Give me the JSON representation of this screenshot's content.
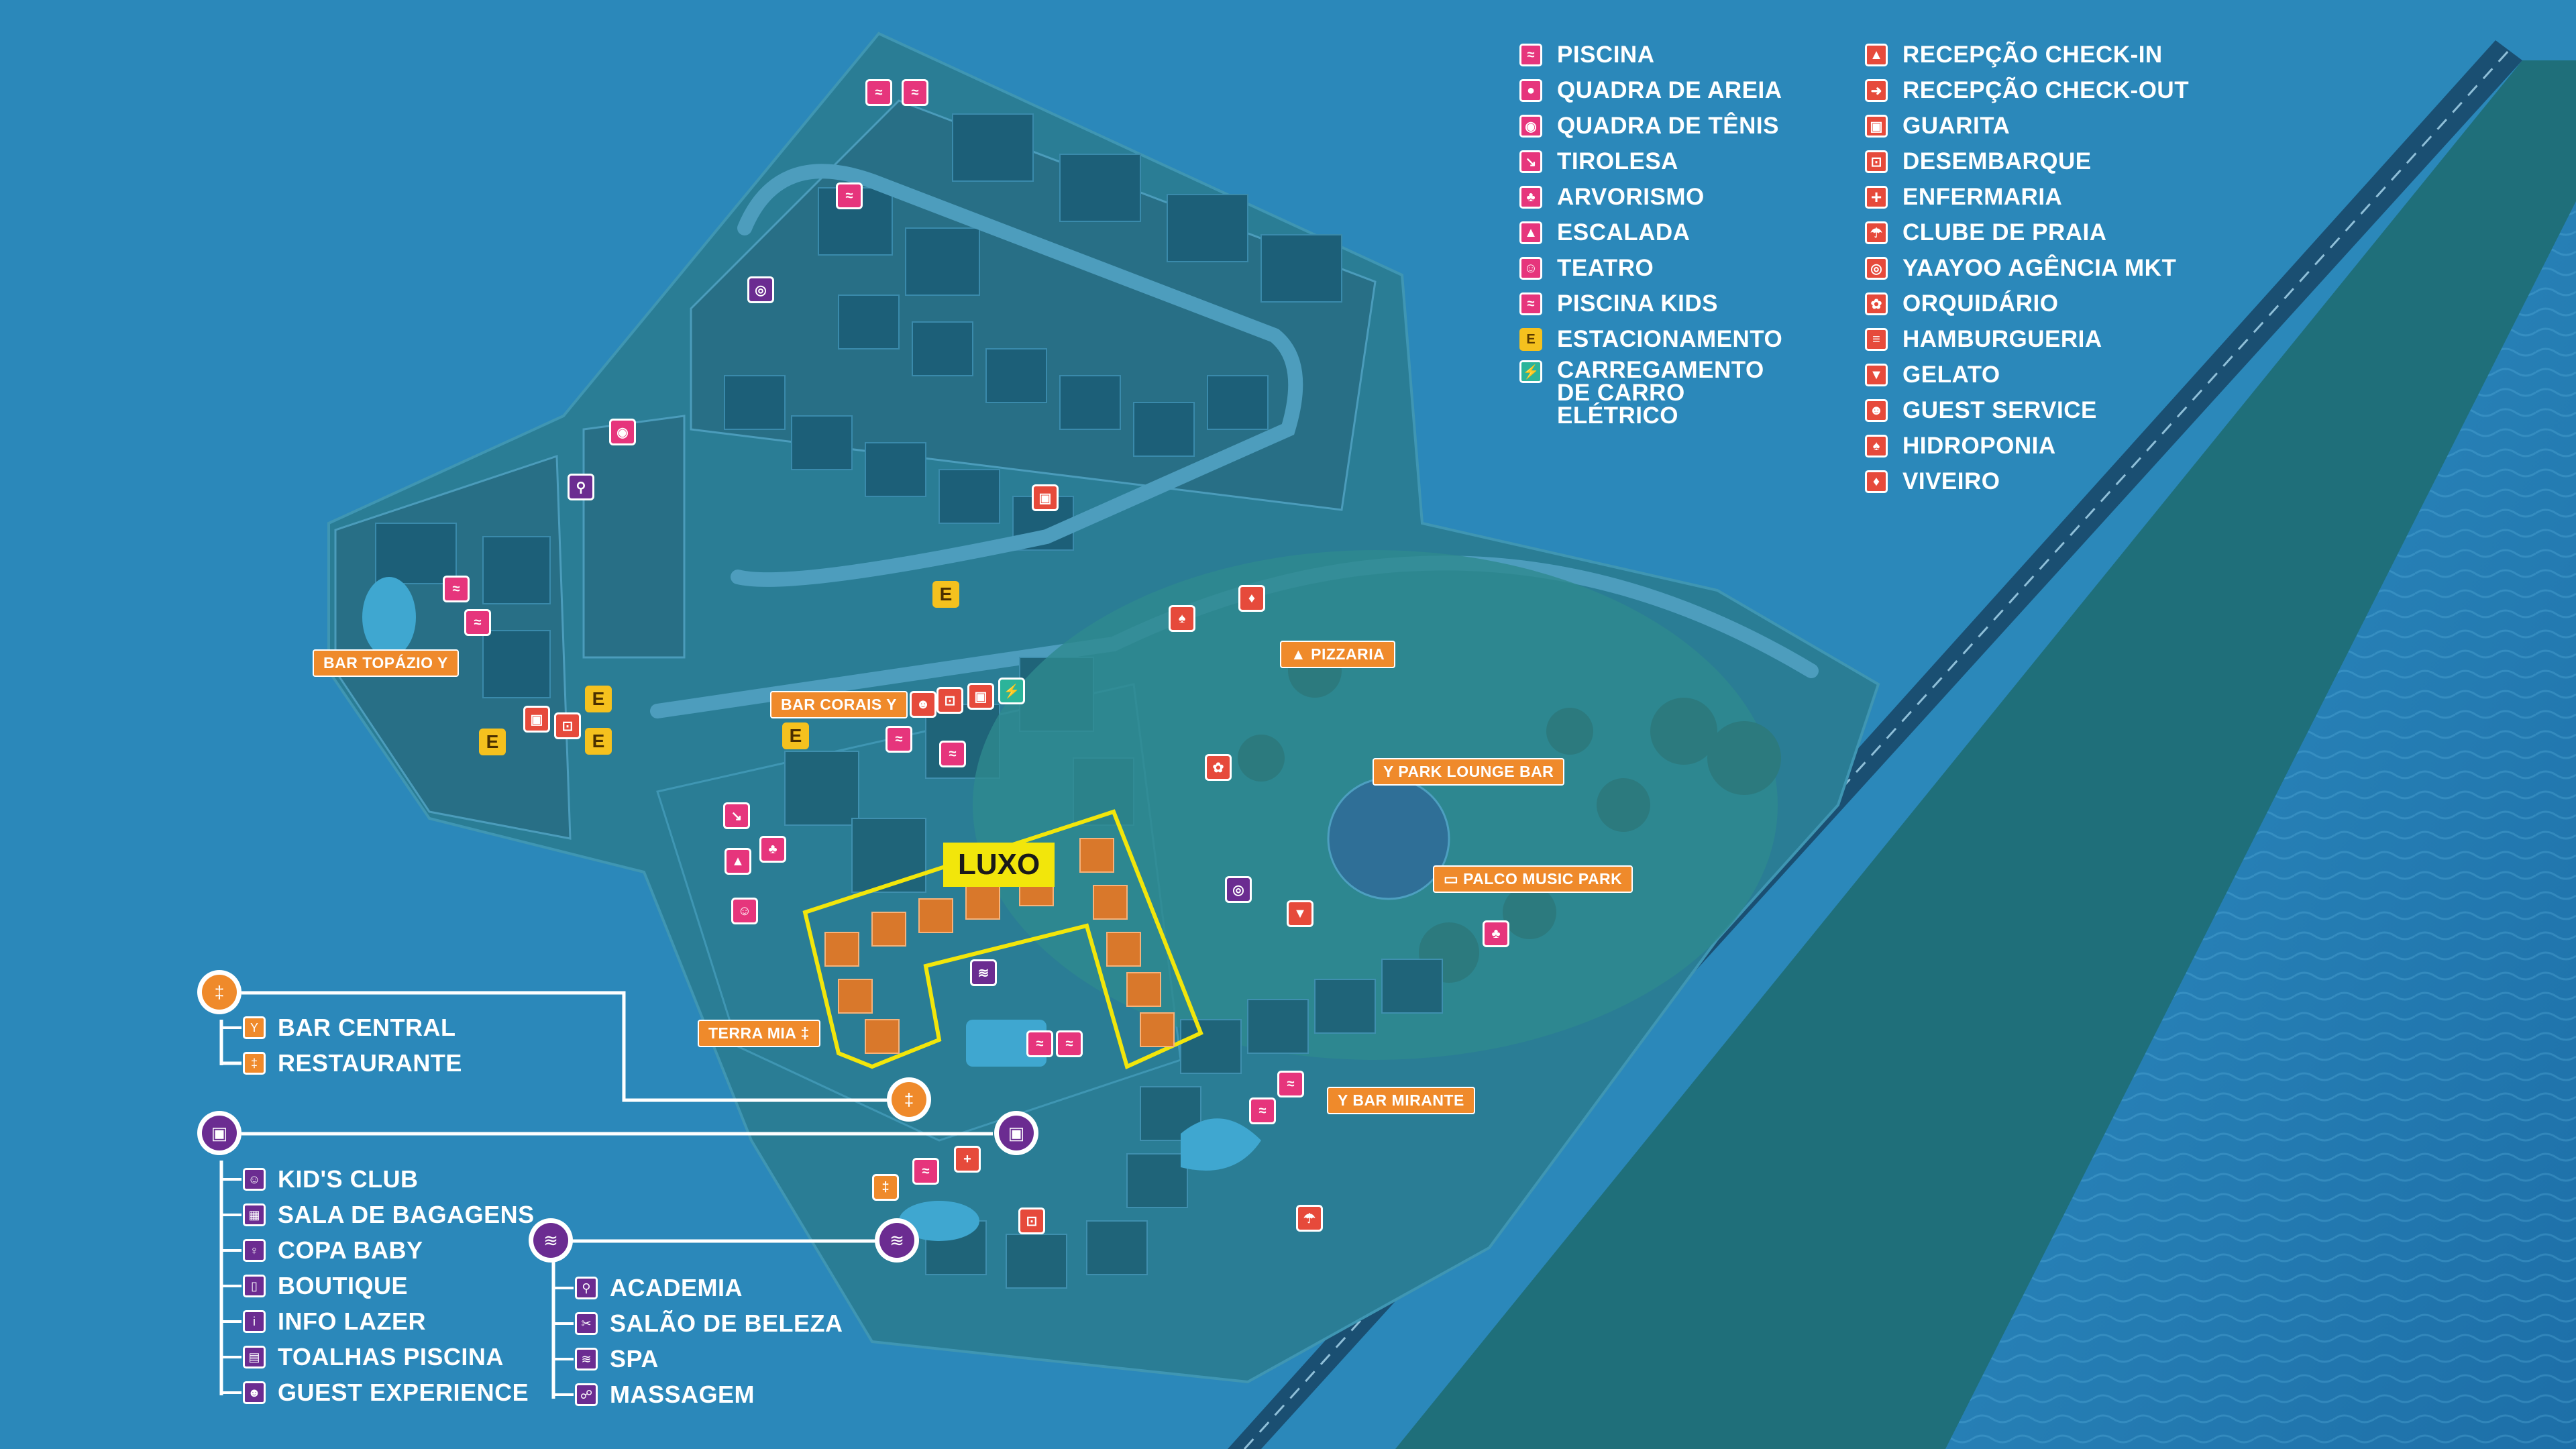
{
  "legend_col1": [
    {
      "label": "PISCINA",
      "icon": "pool-icon",
      "color": "pink",
      "glyph": "≈"
    },
    {
      "label": "QUADRA DE AREIA",
      "icon": "volleyball-icon",
      "color": "pink",
      "glyph": "●"
    },
    {
      "label": "QUADRA DE TÊNIS",
      "icon": "tennis-icon",
      "color": "pink",
      "glyph": "◉"
    },
    {
      "label": "TIROLESA",
      "icon": "zipline-icon",
      "color": "pink",
      "glyph": "↘"
    },
    {
      "label": "ARVORISMO",
      "icon": "tree-climbing-icon",
      "color": "pink",
      "glyph": "♣"
    },
    {
      "label": "ESCALADA",
      "icon": "climbing-icon",
      "color": "pink",
      "glyph": "▲"
    },
    {
      "label": "TEATRO",
      "icon": "theater-icon",
      "color": "pink",
      "glyph": "☺"
    },
    {
      "label": "PISCINA KIDS",
      "icon": "kids-pool-icon",
      "color": "pink",
      "glyph": "≈"
    },
    {
      "label": "ESTACIONAMENTO",
      "icon": "parking-icon",
      "color": "yellowbox",
      "glyph": "E"
    },
    {
      "label": "CARREGAMENTO\nDE CARRO ELÉTRICO",
      "icon": "ev-charging-icon",
      "color": "teal",
      "glyph": "⚡"
    }
  ],
  "legend_col2": [
    {
      "label": "RECEPÇÃO CHECK-IN",
      "icon": "reception-checkin-icon",
      "color": "red",
      "glyph": "▲"
    },
    {
      "label": "RECEPÇÃO CHECK-OUT",
      "icon": "reception-checkout-icon",
      "color": "red",
      "glyph": "➜"
    },
    {
      "label": "GUARITA",
      "icon": "guardhouse-icon",
      "color": "red",
      "glyph": "▣"
    },
    {
      "label": "DESEMBARQUE",
      "icon": "dropoff-icon",
      "color": "red",
      "glyph": "⊡"
    },
    {
      "label": "ENFERMARIA",
      "icon": "first-aid-icon",
      "color": "red",
      "glyph": "+"
    },
    {
      "label": "CLUBE DE PRAIA",
      "icon": "beach-club-icon",
      "color": "red",
      "glyph": "☂"
    },
    {
      "label": "YAAYOO AGÊNCIA MKT",
      "icon": "marketing-agency-icon",
      "color": "red",
      "glyph": "◎"
    },
    {
      "label": "ORQUIDÁRIO",
      "icon": "orchid-icon",
      "color": "red",
      "glyph": "✿"
    },
    {
      "label": "HAMBURGUERIA",
      "icon": "burger-icon",
      "color": "red",
      "glyph": "≡"
    },
    {
      "label": "GELATO",
      "icon": "gelato-icon",
      "color": "red",
      "glyph": "▼"
    },
    {
      "label": "GUEST SERVICE",
      "icon": "guest-service-icon",
      "color": "red",
      "glyph": "☻"
    },
    {
      "label": "HIDROPONIA",
      "icon": "hydroponics-icon",
      "color": "red",
      "glyph": "♠"
    },
    {
      "label": "VIVEIRO",
      "icon": "nursery-icon",
      "color": "red",
      "glyph": "♦"
    }
  ],
  "map_tags": [
    {
      "label": "BAR TOPÁZIO"
    },
    {
      "label": "BAR CORAIS"
    },
    {
      "label": "PIZZARIA"
    },
    {
      "label": "PARK LOUNGE BAR"
    },
    {
      "label": "PALCO MUSIC PARK"
    },
    {
      "label": "TERRA MIA"
    },
    {
      "label": "BAR MIRANTE"
    }
  ],
  "luxo_label": "LUXO",
  "parking_letter": "E",
  "group_food": {
    "items": [
      {
        "label": "BAR CENTRAL",
        "icon": "bar-icon",
        "glyph": "Y"
      },
      {
        "label": "RESTAURANTE",
        "icon": "restaurant-icon",
        "glyph": "‡"
      }
    ]
  },
  "group_services": {
    "items": [
      {
        "label": "KID'S CLUB",
        "icon": "kids-club-icon",
        "glyph": "☺"
      },
      {
        "label": "SALA DE BAGAGENS",
        "icon": "luggage-icon",
        "glyph": "▦"
      },
      {
        "label": "COPA BABY",
        "icon": "baby-icon",
        "glyph": "♀"
      },
      {
        "label": "BOUTIQUE",
        "icon": "boutique-icon",
        "glyph": "▯"
      },
      {
        "label": "INFO LAZER",
        "icon": "info-icon",
        "glyph": "i"
      },
      {
        "label": "TOALHAS PISCINA",
        "icon": "towel-icon",
        "glyph": "▤"
      },
      {
        "label": "GUEST EXPERIENCE",
        "icon": "guest-experience-icon",
        "glyph": "☻"
      }
    ]
  },
  "group_wellness": {
    "items": [
      {
        "label": "ACADEMIA",
        "icon": "gym-icon",
        "glyph": "⚲"
      },
      {
        "label": "SALÃO DE BELEZA",
        "icon": "hair-dryer-icon",
        "glyph": "✂"
      },
      {
        "label": "SPA",
        "icon": "spa-icon",
        "glyph": "≋"
      },
      {
        "label": "MASSAGEM",
        "icon": "massage-icon",
        "glyph": "☍"
      }
    ]
  },
  "colors": {
    "sea": "#2a86b8",
    "land": "#2a7f98",
    "water_pool": "#3aa2c8",
    "pink": "#e6357c",
    "red": "#e64a3b",
    "orange": "#ef8a2b",
    "purple": "#6b2c91",
    "yellow": "#f2e60b"
  }
}
